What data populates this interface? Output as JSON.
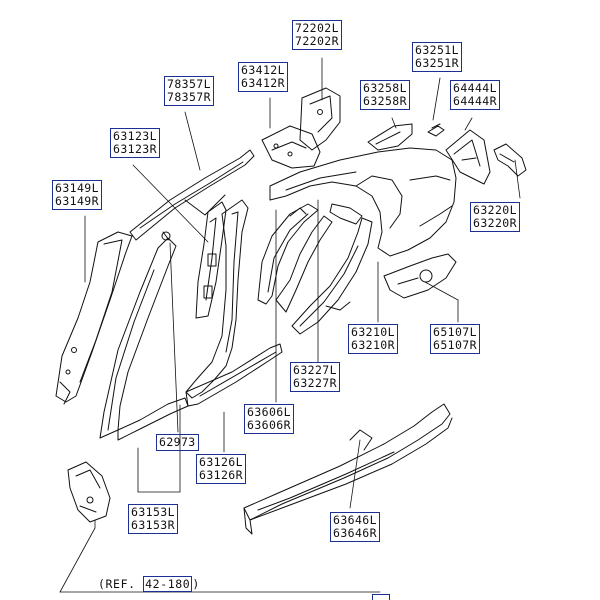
{
  "labels": [
    {
      "id": "p72202",
      "codes": [
        "72202L",
        "72202R"
      ]
    },
    {
      "id": "p63251",
      "codes": [
        "63251L",
        "63251R"
      ]
    },
    {
      "id": "p78357",
      "codes": [
        "78357L",
        "78357R"
      ]
    },
    {
      "id": "p63412",
      "codes": [
        "63412L",
        "63412R"
      ]
    },
    {
      "id": "p63258",
      "codes": [
        "63258L",
        "63258R"
      ]
    },
    {
      "id": "p64444",
      "codes": [
        "64444L",
        "64444R"
      ]
    },
    {
      "id": "p63123",
      "codes": [
        "63123L",
        "63123R"
      ]
    },
    {
      "id": "p63149",
      "codes": [
        "63149L",
        "63149R"
      ]
    },
    {
      "id": "p63220",
      "codes": [
        "63220L",
        "63220R"
      ]
    },
    {
      "id": "p63210",
      "codes": [
        "63210L",
        "63210R"
      ]
    },
    {
      "id": "p65107",
      "codes": [
        "65107L",
        "65107R"
      ]
    },
    {
      "id": "p63227",
      "codes": [
        "63227L",
        "63227R"
      ]
    },
    {
      "id": "p63606",
      "codes": [
        "63606L",
        "63606R"
      ]
    },
    {
      "id": "p62973",
      "codes": [
        "62973"
      ]
    },
    {
      "id": "p63126",
      "codes": [
        "63126L",
        "63126R"
      ]
    },
    {
      "id": "p63153",
      "codes": [
        "63153L",
        "63153R"
      ]
    },
    {
      "id": "p63646",
      "codes": [
        "63646L",
        "63646R"
      ]
    }
  ],
  "reference": {
    "prefix": "(REF.",
    "number": "42-180",
    "suffix": ")"
  },
  "colors": {
    "line": "#111111",
    "label_box": "#1c2f93"
  }
}
